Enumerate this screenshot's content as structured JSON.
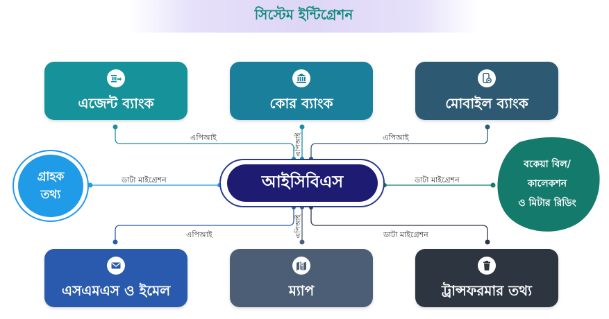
{
  "title": "সিস্টেম ইন্টিগ্রেশন",
  "center": {
    "label": "আইসিবিএস"
  },
  "nodes": {
    "agent_bank": {
      "label": "এজেন্ট ব্যাংক",
      "icon": "bank-transfer-icon",
      "color": "#16939a"
    },
    "core_bank": {
      "label": "কোর ব্যাংক",
      "icon": "bank-building-icon",
      "color": "#1a7f9a"
    },
    "mobile_bank": {
      "label": "মোবাইল ব্যাংক",
      "icon": "mobile-money-icon",
      "color": "#2d5a72"
    },
    "sms_email": {
      "label": "এসএমএস ও ইমেল",
      "icon": "mail-icon",
      "color": "#2a5aad"
    },
    "map": {
      "label": "ম্যাপ",
      "icon": "map-pin-icon",
      "color": "#4c5d76"
    },
    "transformer": {
      "label": "ট্রান্সফরমার তথ্য",
      "icon": "trash-bin-icon",
      "color": "#2c3540"
    }
  },
  "customer": {
    "line1": "গ্রাহক",
    "line2": "তথ্য",
    "color": "#1f9be8"
  },
  "billing": {
    "line1": "বকেয়া বিল/",
    "line2": "কালেকশন",
    "line3": "ও মিটার রিডিং",
    "color": "#137a6c"
  },
  "edges": {
    "agent": "এপিআই",
    "core": "এপিআই",
    "mobile": "এপিআই",
    "customer": "ডাটা মাইগ্রেশন",
    "billing": "ডাটা মাইগ্রেশন",
    "sms": "এপিআই",
    "map": "এপিআই",
    "transformer": "ডাটা মাইগ্রেশন"
  }
}
